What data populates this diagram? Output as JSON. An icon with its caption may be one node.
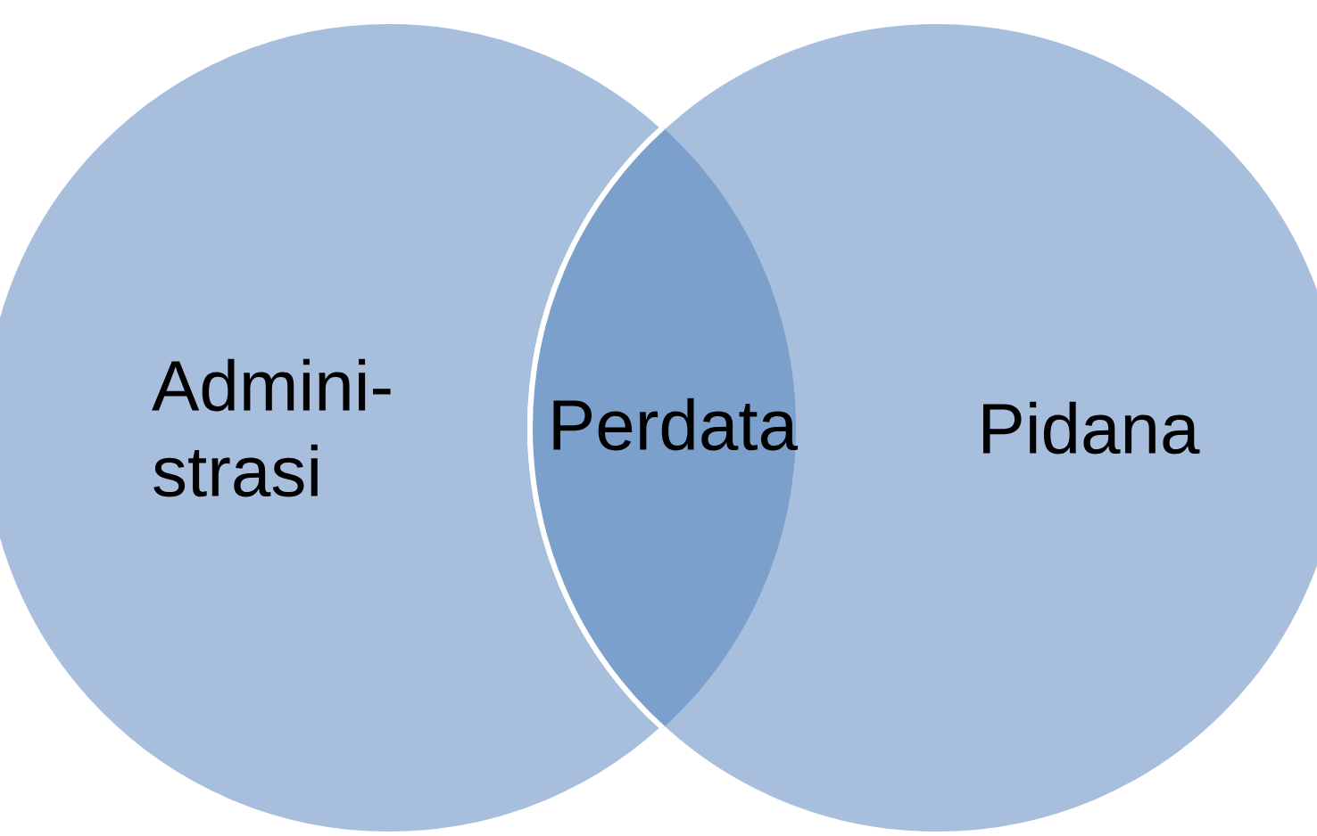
{
  "diagram": {
    "nodes": [
      {
        "text": [
          "Admini- strasi"
        ]
      },
      {
        "text": [
          "Pidana"
        ]
      },
      {
        "text": [
          "Perdata"
        ]
      }
    ]
  }
}
